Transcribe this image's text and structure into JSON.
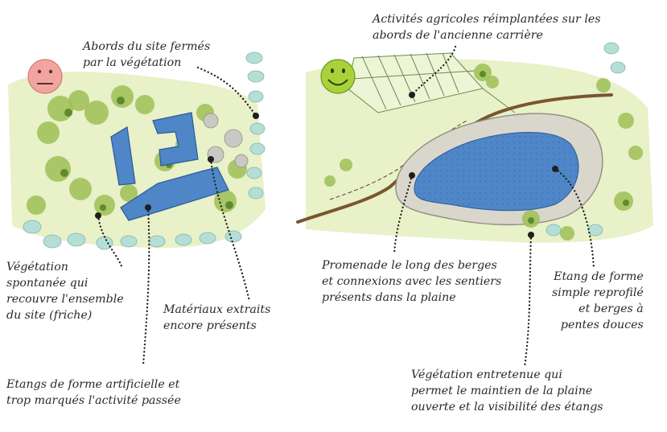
{
  "before": {
    "mood_icon": "sad-face-icon",
    "mood_color": "#f2a5a0",
    "labels": {
      "site_edges": "Abords du site fermés\npar la végétation",
      "vegetation": "Végétation\nspontanée qui\nrecouvre l'ensemble\ndu site (friche)",
      "materials": "Matériaux extraits\nencore présents",
      "ponds": "Etangs de forme artificielle et\ntrop marqués l'activité passée"
    }
  },
  "after": {
    "mood_icon": "happy-face-icon",
    "mood_color": "#a9d23a",
    "labels": {
      "farming": "Activités agricoles réimplantées sur les\nabords de l'ancienne carrière",
      "promenade": "Promenade le long des berges\net connexions avec les sentiers\nprésents dans la plaine",
      "pond": "Etang de forme\nsimple reprofilé\net berges à\npentes douces",
      "maintained_vegetation": "Végétation entretenue qui\npermet le maintien de la plaine\nouverte et la visibilité des étangs"
    }
  },
  "colors": {
    "water": "#4f86c7",
    "water_light": "#86b3e0",
    "grass": "#e6f0c2",
    "tree": "#9fbf57",
    "tree_dark": "#5f8a2e",
    "shrub": "#b5dfd6",
    "gravel": "#c9c9c4",
    "path": "#7a5530",
    "bank": "#d9d7cc"
  }
}
